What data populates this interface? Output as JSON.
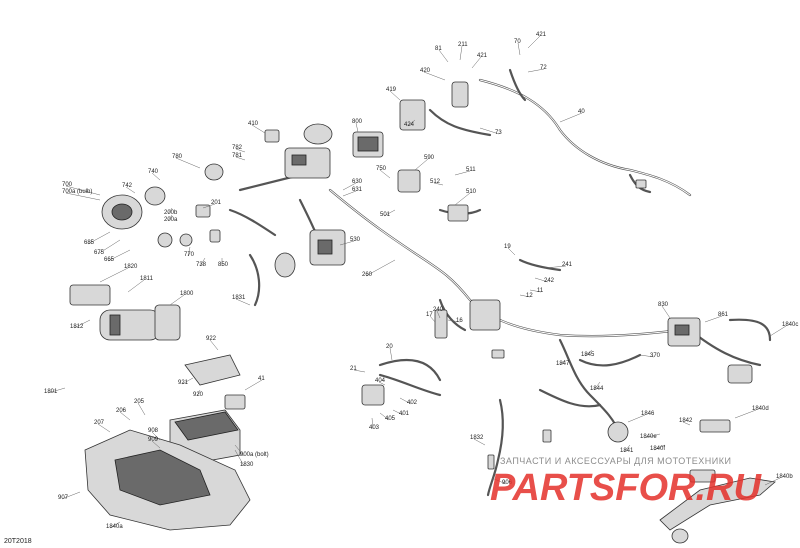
{
  "diagram_code": "20T2018",
  "watermark": {
    "text": "ЗАПЧАСТИ И АКСЕССУАРЫ ДЛЯ МОТОТЕХНИКИ",
    "logo": "PARTSFOR.RU"
  },
  "callouts": [
    "421",
    "70",
    "81",
    "211",
    "421",
    "420",
    "72",
    "419",
    "424",
    "40",
    "73",
    "410",
    "800",
    "782",
    "781",
    "780",
    "630",
    "631",
    "590",
    "511",
    "512",
    "510",
    "501",
    "750",
    "740",
    "742",
    "700",
    "700a (bulb)",
    "201",
    "200b",
    "200a",
    "685",
    "675",
    "665",
    "770",
    "738",
    "850",
    "530",
    "260",
    "19",
    "241",
    "242",
    "11",
    "12",
    "1820",
    "1811",
    "1800",
    "1831",
    "240",
    "17",
    "16",
    "830",
    "861",
    "1840c",
    "1812",
    "922",
    "370",
    "1845",
    "1847",
    "1844",
    "921",
    "920",
    "41",
    "21",
    "20",
    "404",
    "402",
    "401",
    "405",
    "403",
    "1846",
    "1842",
    "1840d",
    "1840e",
    "1840f",
    "1841",
    "1801",
    "205",
    "206",
    "207",
    "908",
    "909",
    "900a (bolt)",
    "1830",
    "1832",
    "906",
    "907",
    "1840a",
    "1840b"
  ]
}
